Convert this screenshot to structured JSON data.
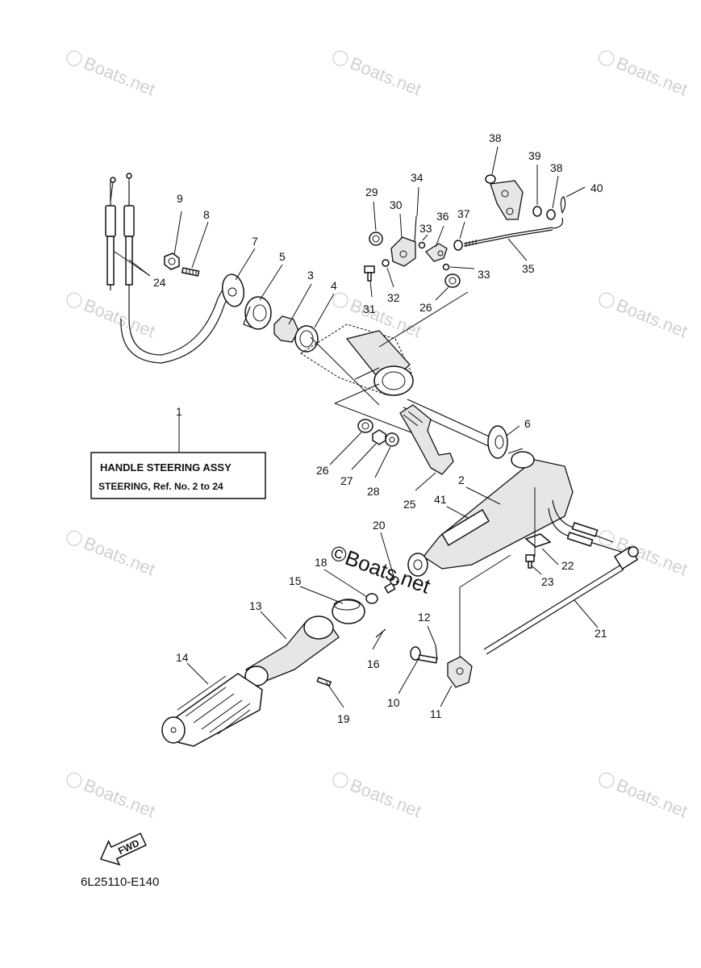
{
  "diagram": {
    "assembly_box": {
      "title": "HANDLE STEERING ASSY",
      "subtitle": "STEERING, Ref. No. 2 to 24"
    },
    "diagram_code": "6L25110-E140",
    "direction_label": "FWD",
    "watermark": "Boats.net",
    "center_watermark": "©Boats.net",
    "callouts": {
      "c1": "1",
      "c2": "2",
      "c3": "3",
      "c4": "4",
      "c5": "5",
      "c6": "6",
      "c7": "7",
      "c8": "8",
      "c9": "9",
      "c10": "10",
      "c11": "11",
      "c12": "12",
      "c13": "13",
      "c14": "14",
      "c15": "15",
      "c16": "16",
      "c18": "18",
      "c19": "19",
      "c20": "20",
      "c21": "21",
      "c22": "22",
      "c23": "23",
      "c24": "24",
      "c25": "25",
      "c26a": "26",
      "c26b": "26",
      "c27": "27",
      "c28": "28",
      "c29": "29",
      "c30": "30",
      "c31": "31",
      "c32": "32",
      "c33a": "33",
      "c33b": "33",
      "c34": "34",
      "c35": "35",
      "c36": "36",
      "c37": "37",
      "c38a": "38",
      "c38b": "38",
      "c39": "39",
      "c40": "40",
      "c41": "41"
    }
  }
}
